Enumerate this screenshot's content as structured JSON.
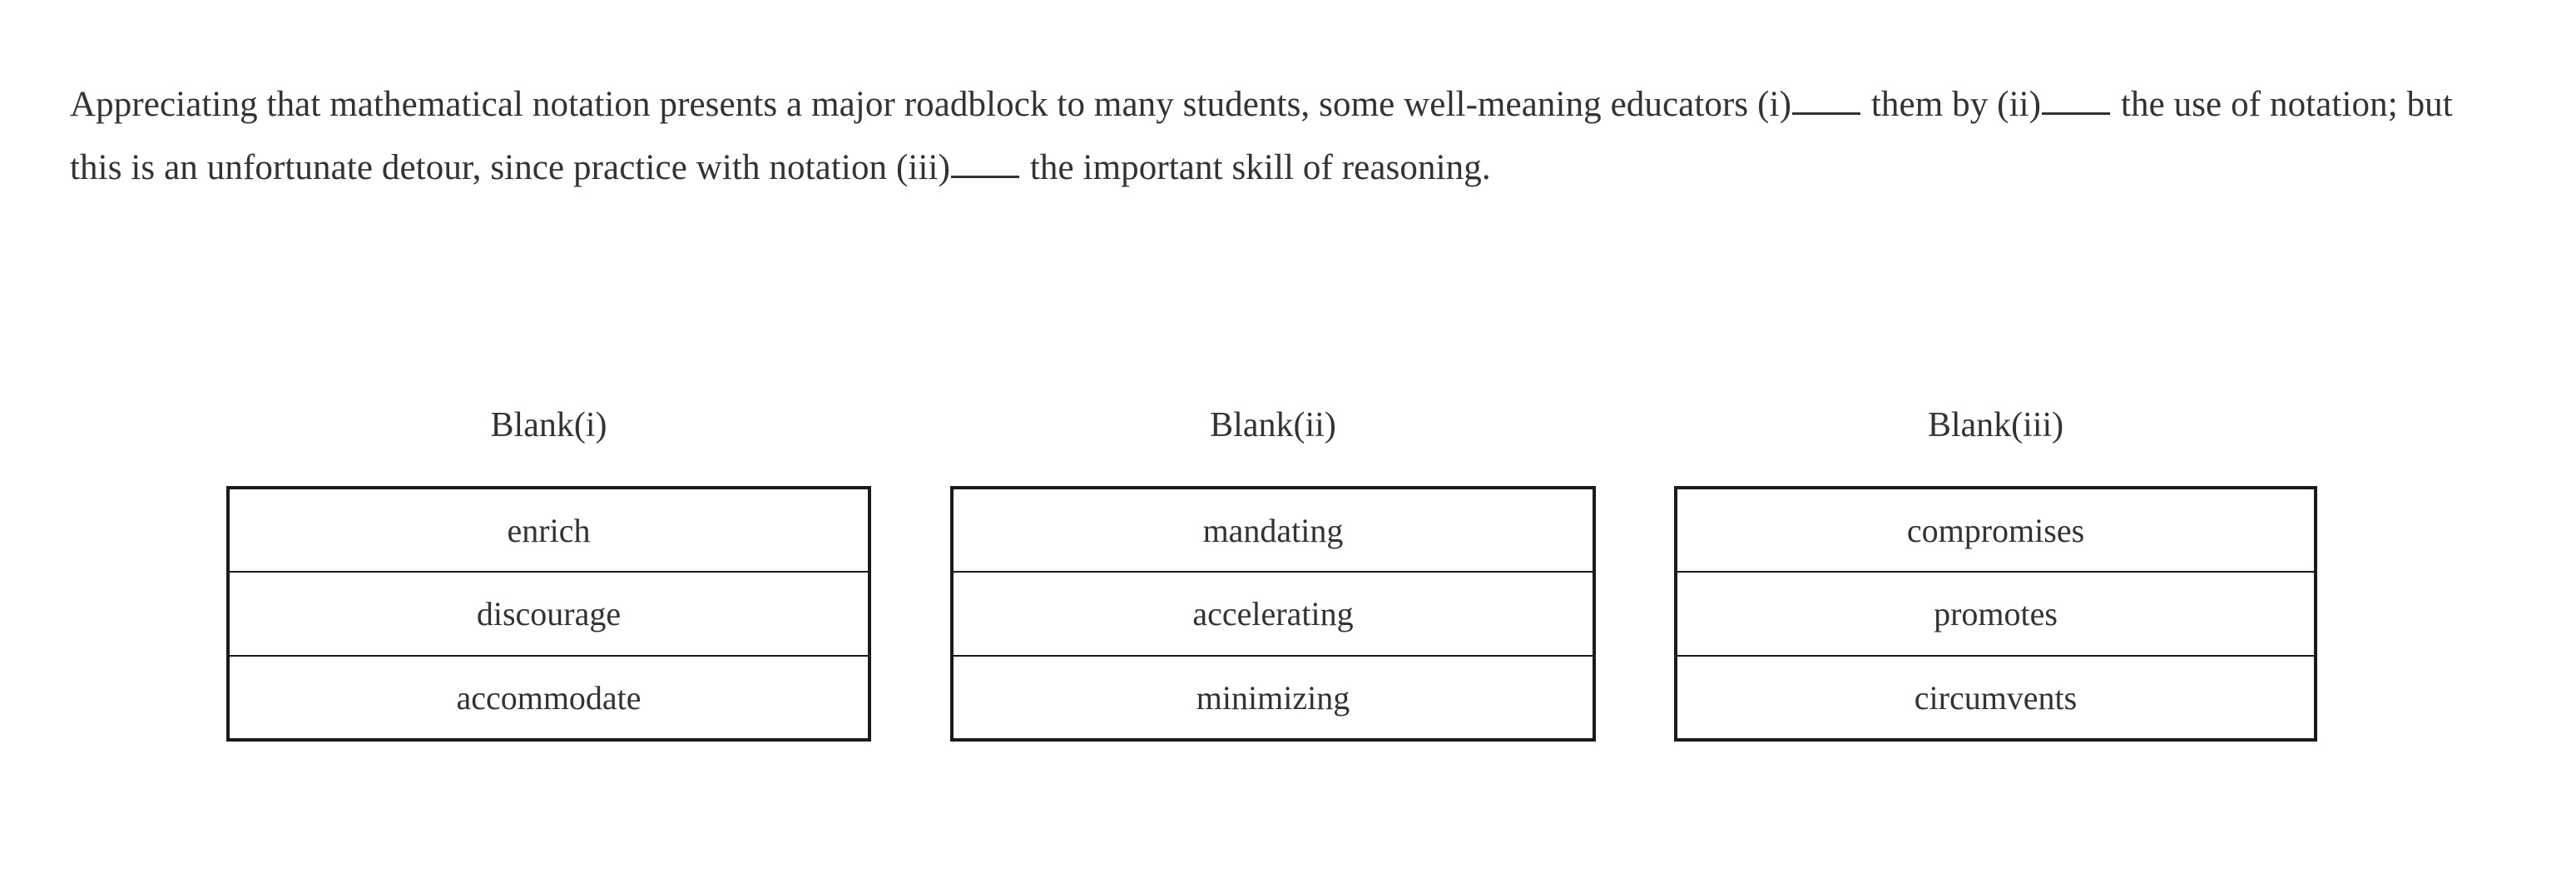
{
  "question": {
    "passage_segments": [
      {
        "type": "text",
        "value": "Appreciating that mathematical notation presents a major roadblock to many students, some well-meaning educators "
      },
      {
        "type": "label",
        "value": "(i)"
      },
      {
        "type": "blank",
        "value": "_____"
      },
      {
        "type": "text",
        "value": " them by "
      },
      {
        "type": "label",
        "value": "(ii)"
      },
      {
        "type": "blank",
        "value": "_____"
      },
      {
        "type": "text",
        "value": " the use of notation; but this is an unfortunate detour, since practice with notation "
      },
      {
        "type": "label",
        "value": "(iii)"
      },
      {
        "type": "blank",
        "value": "_____"
      },
      {
        "type": "text",
        "value": " the important skill of reasoning."
      }
    ],
    "passage_full_text": "Appreciating that mathematical notation presents a major roadblock to many students, some well-meaning educators (i)_____ them by (ii)_____ the use of notation; but this is an unfortunate detour, since practice with notation (iii)_____ the important skill of reasoning.",
    "passage_line_1": "Appreciating that mathematical notation presents a major roadblock to many students, some well-meaning educators (i)_____ them by",
    "passage_line_2": "(ii)_____ the use of notation; but this is an unfortunate detour, since practice with notation (iii)_____ the important skill of reasoning."
  },
  "blank_groups": [
    {
      "header": "Blank(i)",
      "marker": "(i)",
      "choices": [
        {
          "label": "enrich"
        },
        {
          "label": "discourage"
        },
        {
          "label": "accommodate"
        }
      ]
    },
    {
      "header": "Blank(ii)",
      "marker": "(ii)",
      "choices": [
        {
          "label": "mandating"
        },
        {
          "label": "accelerating"
        },
        {
          "label": "minimizing"
        }
      ]
    },
    {
      "header": "Blank(iii)",
      "marker": "(iii)",
      "choices": [
        {
          "label": "compromises"
        },
        {
          "label": "promotes"
        },
        {
          "label": "circumvents"
        }
      ]
    }
  ],
  "colors": {
    "text": "#333333",
    "border": "#1a1a1a",
    "background": "#ffffff"
  }
}
